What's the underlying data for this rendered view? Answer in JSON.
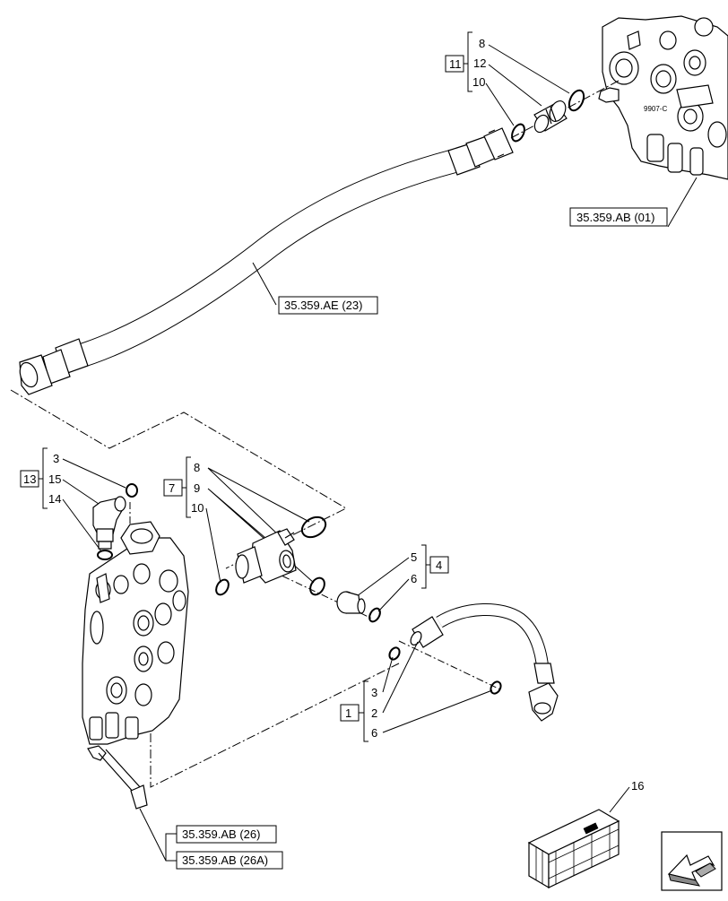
{
  "diagram": {
    "references": {
      "valve_top": "35.359.AB (01)",
      "hose_top": "35.359.AE (23)",
      "valve_bottom_1": "35.359.AB (26)",
      "valve_bottom_2": "35.359.AB (26A)"
    },
    "groups": {
      "g11": {
        "id": "11",
        "items": [
          "8",
          "12",
          "10"
        ]
      },
      "g13": {
        "id": "13",
        "items": [
          "3",
          "15",
          "14"
        ]
      },
      "g7": {
        "id": "7",
        "items": [
          "8",
          "9",
          "10"
        ]
      },
      "g4": {
        "id": "4",
        "items": [
          "5",
          "6"
        ]
      },
      "g1": {
        "id": "1",
        "items": [
          "3",
          "2",
          "6"
        ]
      }
    },
    "kit_label": "16",
    "valve_block_text": "9907-C"
  }
}
